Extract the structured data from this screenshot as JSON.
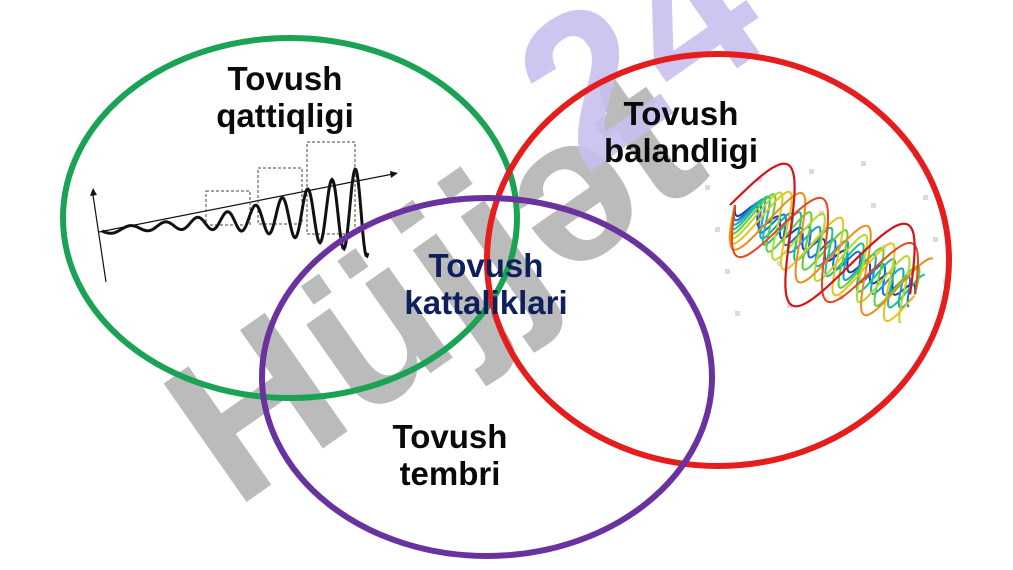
{
  "watermark": {
    "text_left": "Hüjjət",
    "text_right": "24",
    "left_color": "#b4b4b4",
    "right_color": "#c9bff0"
  },
  "circles": {
    "loudness": {
      "line1": "Tovush",
      "line2": "qattiqligi",
      "color": "#1aa354"
    },
    "pitch": {
      "line1": "Tovush",
      "line2": "balandligi",
      "color": "#e51d1d"
    },
    "timbre": {
      "line1": "Tovush",
      "line2": "tembri",
      "color": "#6a329f"
    }
  },
  "center": {
    "line1": "Tovush",
    "line2": "kattaliklari",
    "color": "#0f1f5c"
  },
  "icons": {
    "loudness_wave": "growing-amplitude-wave-icon",
    "pitch_wave": "frequency-spectrum-wave-icon"
  }
}
